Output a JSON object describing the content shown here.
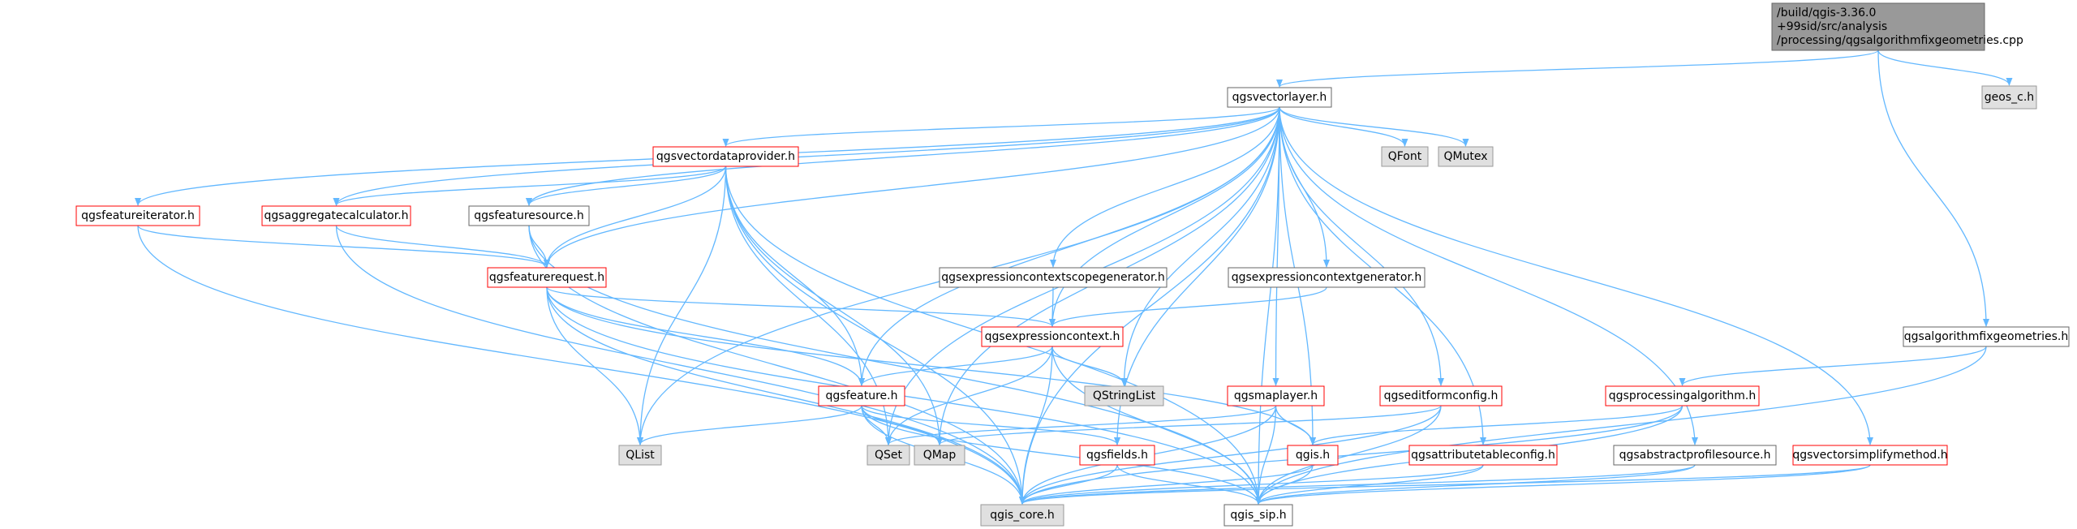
{
  "colors": {
    "edge": "#63b8ff",
    "root_fill": "#999999",
    "root_border": "#666666",
    "normal_fill": "#ffffff",
    "normal_border": "#666666",
    "red_border": "#ff0000",
    "gray_fill": "#e0e0e0",
    "gray_border": "#999999"
  },
  "nodes": [
    {
      "id": "root",
      "lines": [
        "/build/qgis-3.36.0",
        "+99sid/src/analysis",
        "/processing/qgsalgorithmfixgeometries.cpp"
      ],
      "style": "root"
    },
    {
      "id": "geos_c",
      "lines": [
        "geos_c.h"
      ],
      "style": "gray"
    },
    {
      "id": "qgsvectorlayer",
      "lines": [
        "qgsvectorlayer.h"
      ],
      "style": "normal"
    },
    {
      "id": "qfont",
      "lines": [
        "QFont"
      ],
      "style": "gray"
    },
    {
      "id": "qmutex",
      "lines": [
        "QMutex"
      ],
      "style": "gray"
    },
    {
      "id": "qgsvectordataprovider",
      "lines": [
        "qgsvectordataprovider.h"
      ],
      "style": "red"
    },
    {
      "id": "qgsfeatureiterator",
      "lines": [
        "qgsfeatureiterator.h"
      ],
      "style": "red"
    },
    {
      "id": "qgsaggregatecalculator",
      "lines": [
        "qgsaggregatecalculator.h"
      ],
      "style": "red"
    },
    {
      "id": "qgsfeaturesource",
      "lines": [
        "qgsfeaturesource.h"
      ],
      "style": "normal"
    },
    {
      "id": "qgsfeaturerequest",
      "lines": [
        "qgsfeaturerequest.h"
      ],
      "style": "red"
    },
    {
      "id": "qgsexpressioncontextscopegenerator",
      "lines": [
        "qgsexpressioncontextscopegenerator.h"
      ],
      "style": "normal"
    },
    {
      "id": "qgsexpressioncontextgenerator",
      "lines": [
        "qgsexpressioncontextgenerator.h"
      ],
      "style": "normal"
    },
    {
      "id": "qgsexpressioncontext",
      "lines": [
        "qgsexpressioncontext.h"
      ],
      "style": "red"
    },
    {
      "id": "qgsalgorithmfixgeometries",
      "lines": [
        "qgsalgorithmfixgeometries.h"
      ],
      "style": "normal"
    },
    {
      "id": "qgsfeature",
      "lines": [
        "qgsfeature.h"
      ],
      "style": "red"
    },
    {
      "id": "qstringlist",
      "lines": [
        "QStringList"
      ],
      "style": "gray"
    },
    {
      "id": "qgsmaplayer",
      "lines": [
        "qgsmaplayer.h"
      ],
      "style": "red"
    },
    {
      "id": "qgseditformconfig",
      "lines": [
        "qgseditformconfig.h"
      ],
      "style": "red"
    },
    {
      "id": "qgsprocessingalgorithm",
      "lines": [
        "qgsprocessingalgorithm.h"
      ],
      "style": "red"
    },
    {
      "id": "qlist",
      "lines": [
        "QList"
      ],
      "style": "gray"
    },
    {
      "id": "qset",
      "lines": [
        "QSet"
      ],
      "style": "gray"
    },
    {
      "id": "qmap",
      "lines": [
        "QMap"
      ],
      "style": "gray"
    },
    {
      "id": "qgsfields",
      "lines": [
        "qgsfields.h"
      ],
      "style": "red"
    },
    {
      "id": "qgis",
      "lines": [
        "qgis.h"
      ],
      "style": "red"
    },
    {
      "id": "qgsattributetableconfig",
      "lines": [
        "qgsattributetableconfig.h"
      ],
      "style": "red"
    },
    {
      "id": "qgsabstractprofilesource",
      "lines": [
        "qgsabstractprofilesource.h"
      ],
      "style": "normal"
    },
    {
      "id": "qgsvectorsimplifymethod",
      "lines": [
        "qgsvectorsimplifymethod.h"
      ],
      "style": "red"
    },
    {
      "id": "qgis_core",
      "lines": [
        "qgis_core.h"
      ],
      "style": "gray"
    },
    {
      "id": "qgis_sip",
      "lines": [
        "qgis_sip.h"
      ],
      "style": "normal"
    }
  ],
  "edges": [
    [
      "root",
      "qgsvectorlayer"
    ],
    [
      "root",
      "geos_c"
    ],
    [
      "root",
      "qgsalgorithmfixgeometries"
    ],
    [
      "qgsvectorlayer",
      "qfont"
    ],
    [
      "qgsvectorlayer",
      "qmutex"
    ],
    [
      "qgsvectorlayer",
      "qgsvectordataprovider"
    ],
    [
      "qgsvectorlayer",
      "qgsfeatureiterator"
    ],
    [
      "qgsvectorlayer",
      "qgsaggregatecalculator"
    ],
    [
      "qgsvectorlayer",
      "qgsfeaturesource"
    ],
    [
      "qgsvectorlayer",
      "qgsfeaturerequest"
    ],
    [
      "qgsvectorlayer",
      "qgsexpressioncontextscopegenerator"
    ],
    [
      "qgsvectorlayer",
      "qgsexpressioncontextgenerator"
    ],
    [
      "qgsvectorlayer",
      "qgsexpressioncontext"
    ],
    [
      "qgsvectorlayer",
      "qgsfeature"
    ],
    [
      "qgsvectorlayer",
      "qstringlist"
    ],
    [
      "qgsvectorlayer",
      "qgsmaplayer"
    ],
    [
      "qgsvectorlayer",
      "qgseditformconfig"
    ],
    [
      "qgsvectorlayer",
      "qgis"
    ],
    [
      "qgsvectorlayer",
      "qgsattributetableconfig"
    ],
    [
      "qgsvectorlayer",
      "qgsabstractprofilesource"
    ],
    [
      "qgsvectorlayer",
      "qgsvectorsimplifymethod"
    ],
    [
      "qgsvectorlayer",
      "qlist"
    ],
    [
      "qgsvectorlayer",
      "qset"
    ],
    [
      "qgsvectorlayer",
      "qmap"
    ],
    [
      "qgsvectorlayer",
      "qgsfields"
    ],
    [
      "qgsvectorlayer",
      "qgis_core"
    ],
    [
      "qgsvectorlayer",
      "qgis_sip"
    ],
    [
      "qgsvectordataprovider",
      "qgsaggregatecalculator"
    ],
    [
      "qgsvectordataprovider",
      "qgsfeaturesource"
    ],
    [
      "qgsvectordataprovider",
      "qgsfeaturerequest"
    ],
    [
      "qgsvectordataprovider",
      "qgsfeature"
    ],
    [
      "qgsvectordataprovider",
      "qlist"
    ],
    [
      "qgsvectordataprovider",
      "qset"
    ],
    [
      "qgsvectordataprovider",
      "qmap"
    ],
    [
      "qgsvectordataprovider",
      "qgis_core"
    ],
    [
      "qgsvectordataprovider",
      "qgis_sip"
    ],
    [
      "qgsfeatureiterator",
      "qgsfeaturerequest"
    ],
    [
      "qgsfeatureiterator",
      "qgis_core"
    ],
    [
      "qgsaggregatecalculator",
      "qgsfeaturerequest"
    ],
    [
      "qgsaggregatecalculator",
      "qgis_core"
    ],
    [
      "qgsfeaturesource",
      "qgsfeaturerequest"
    ],
    [
      "qgsfeaturesource",
      "qgis_core"
    ],
    [
      "qgsfeaturesource",
      "qgis_sip"
    ],
    [
      "qgsfeaturerequest",
      "qgsexpressioncontext"
    ],
    [
      "qgsfeaturerequest",
      "qgsfeature"
    ],
    [
      "qgsfeaturerequest",
      "qlist"
    ],
    [
      "qgsfeaturerequest",
      "qgis_core"
    ],
    [
      "qgsfeaturerequest",
      "qgis_sip"
    ],
    [
      "qgsfeaturerequest",
      "qgis"
    ],
    [
      "qgsexpressioncontextscopegenerator",
      "qgsexpressioncontext"
    ],
    [
      "qgsexpressioncontextgenerator",
      "qgsexpressioncontext"
    ],
    [
      "qgsexpressioncontext",
      "qgsfeature"
    ],
    [
      "qgsexpressioncontext",
      "qstringlist"
    ],
    [
      "qgsexpressioncontext",
      "qset"
    ],
    [
      "qgsexpressioncontext",
      "qgis_core"
    ],
    [
      "qgsexpressioncontext",
      "qgis_sip"
    ],
    [
      "qgsfeature",
      "qlist"
    ],
    [
      "qgsfeature",
      "qset"
    ],
    [
      "qgsfeature",
      "qmap"
    ],
    [
      "qgsfeature",
      "qgsfields"
    ],
    [
      "qgsfeature",
      "qgis_core"
    ],
    [
      "qgsfeature",
      "qgis_sip"
    ],
    [
      "qgsmaplayer",
      "qset"
    ],
    [
      "qgsmaplayer",
      "qgis"
    ],
    [
      "qgsmaplayer",
      "qgis_core"
    ],
    [
      "qgsmaplayer",
      "qgis_sip"
    ],
    [
      "qgseditformconfig",
      "qmap"
    ],
    [
      "qgseditformconfig",
      "qgis_core"
    ],
    [
      "qgseditformconfig",
      "qgis_sip"
    ],
    [
      "qgsalgorithmfixgeometries",
      "qgsprocessingalgorithm"
    ],
    [
      "qgsalgorithmfixgeometries",
      "qgis_sip"
    ],
    [
      "qgsprocessingalgorithm",
      "qgis"
    ],
    [
      "qgsprocessingalgorithm",
      "qgis_core"
    ],
    [
      "qgsprocessingalgorithm",
      "qgis_sip"
    ],
    [
      "qgsfields",
      "qgis_core"
    ],
    [
      "qgsfields",
      "qgis_sip"
    ],
    [
      "qgis",
      "qgis_core"
    ],
    [
      "qgis",
      "qgis_sip"
    ],
    [
      "qgsattributetableconfig",
      "qgis_core"
    ],
    [
      "qgsattributetableconfig",
      "qgis_sip"
    ],
    [
      "qgsabstractprofilesource",
      "qgis_core"
    ],
    [
      "qgsabstractprofilesource",
      "qgis_sip"
    ],
    [
      "qgsvectorsimplifymethod",
      "qgis_core"
    ],
    [
      "qgsvectorsimplifymethod",
      "qgis_sip"
    ]
  ]
}
